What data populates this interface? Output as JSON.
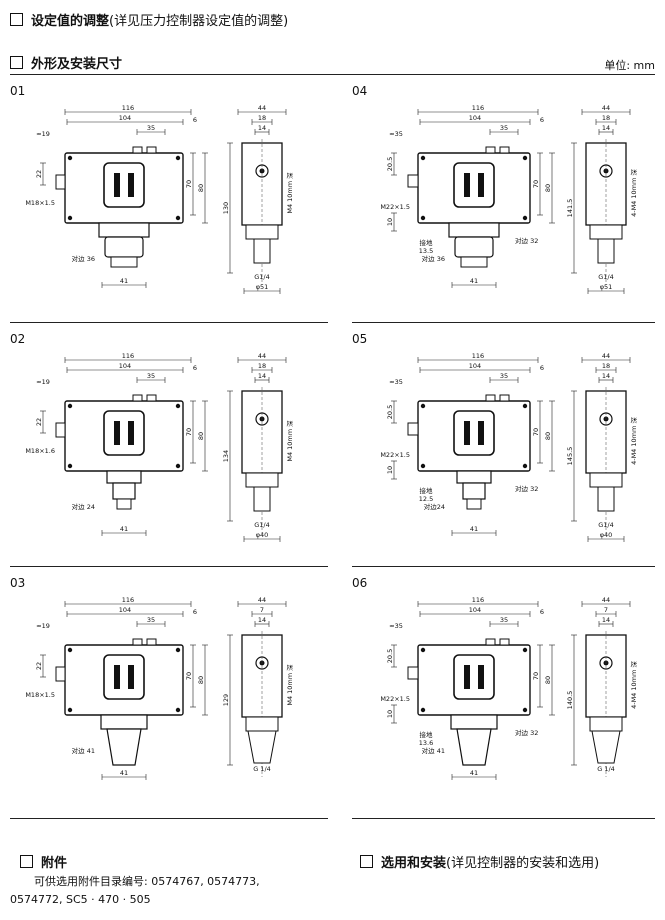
{
  "header_top": {
    "bold": "设定值的调整",
    "rest": "(详见压力控制器设定值的调整)"
  },
  "header_dims": {
    "bold": "外形及安装尺寸"
  },
  "unit": "单位: mm",
  "sections": [
    {
      "id": "01",
      "variant": "left",
      "bottom": "std",
      "labels": {
        "w1": "116",
        "w2": "104",
        "a": "≈19",
        "d1": "35",
        "d2": "6",
        "side": "44",
        "s1": "18",
        "s2": "14",
        "v1": "22",
        "v2": "70",
        "v3": "80",
        "height": "130",
        "thread": "M18×1.5",
        "hex": "对边 36",
        "base": "41",
        "m4": "M4 10mm 深",
        "pipe": "G1/4",
        "dia": "φ51"
      }
    },
    {
      "id": "02",
      "variant": "left",
      "bottom": "small",
      "labels": {
        "w1": "116",
        "w2": "104",
        "a": "≈19",
        "d1": "35",
        "d2": "6",
        "side": "44",
        "s1": "18",
        "s2": "14",
        "v1": "22",
        "v2": "70",
        "v3": "80",
        "height": "134",
        "thread": "M18×1.6",
        "hex": "对边 24",
        "base": "41",
        "m4": "M4 10mm 深",
        "pipe": "G1/4",
        "dia": "φ40"
      }
    },
    {
      "id": "03",
      "variant": "left",
      "bottom": "cone",
      "labels": {
        "w1": "116",
        "w2": "104",
        "a": "≈19",
        "d1": "35",
        "d2": "6",
        "side": "44",
        "s1": "7",
        "s2": "14",
        "v1": "22",
        "v2": "70",
        "v3": "80",
        "height": "129",
        "thread": "M18×1.5",
        "hex": "对边 41",
        "base": "41",
        "m4": "M4 10mm 深",
        "pipe": "G 1/4",
        "dia": ""
      }
    },
    {
      "id": "04",
      "variant": "right",
      "bottom": "std",
      "labels": {
        "w1": "116",
        "w2": "104",
        "a": "≈35",
        "d1": "35",
        "d2": "6",
        "side": "44",
        "s1": "18",
        "s2": "14",
        "v1": "20.5",
        "v2": "70",
        "v3": "80",
        "height": "141.5",
        "thread": "M22×1.5",
        "hex": "对边 36",
        "hex2": "对边 32",
        "ground": "接地",
        "g": "13.5",
        "v4": "10",
        "base": "41",
        "m4": "4-M4 10mm 深",
        "pipe": "G1/4",
        "dia": "φ51"
      }
    },
    {
      "id": "05",
      "variant": "right",
      "bottom": "small",
      "labels": {
        "w1": "116",
        "w2": "104",
        "a": "≈35",
        "d1": "35",
        "d2": "6",
        "side": "44",
        "s1": "18",
        "s2": "14",
        "v1": "20.5",
        "v2": "70",
        "v3": "80",
        "height": "145.5",
        "thread": "M22×1.5",
        "hex": "对边24",
        "hex2": "对边 32",
        "ground": "接地",
        "g": "12.5",
        "v4": "10",
        "base": "41",
        "m4": "4-M4 10mm 深",
        "pipe": "G1/4",
        "dia": "φ40"
      }
    },
    {
      "id": "06",
      "variant": "right",
      "bottom": "cone",
      "labels": {
        "w1": "116",
        "w2": "104",
        "a": "≈35",
        "d1": "35",
        "d2": "6",
        "side": "44",
        "s1": "7",
        "s2": "14",
        "v1": "20.5",
        "v2": "70",
        "v3": "80",
        "height": "140.5",
        "thread": "M22×1.5",
        "hex": "对边 41",
        "hex2": "对边 32",
        "ground": "接地",
        "g": "13.6",
        "v4": "10",
        "base": "41",
        "m4": "4-M4 10mm 深",
        "pipe": "G 1/4",
        "dia": ""
      }
    }
  ],
  "accessories": {
    "title": "附件",
    "line1": "可供选用附件目录编号: 0574767, 0574773,",
    "line2": "0574772, SC5 · 470 · 505"
  },
  "selection": {
    "bold": "选用和安装",
    "rest": "(详见控制器的安装和选用)"
  }
}
